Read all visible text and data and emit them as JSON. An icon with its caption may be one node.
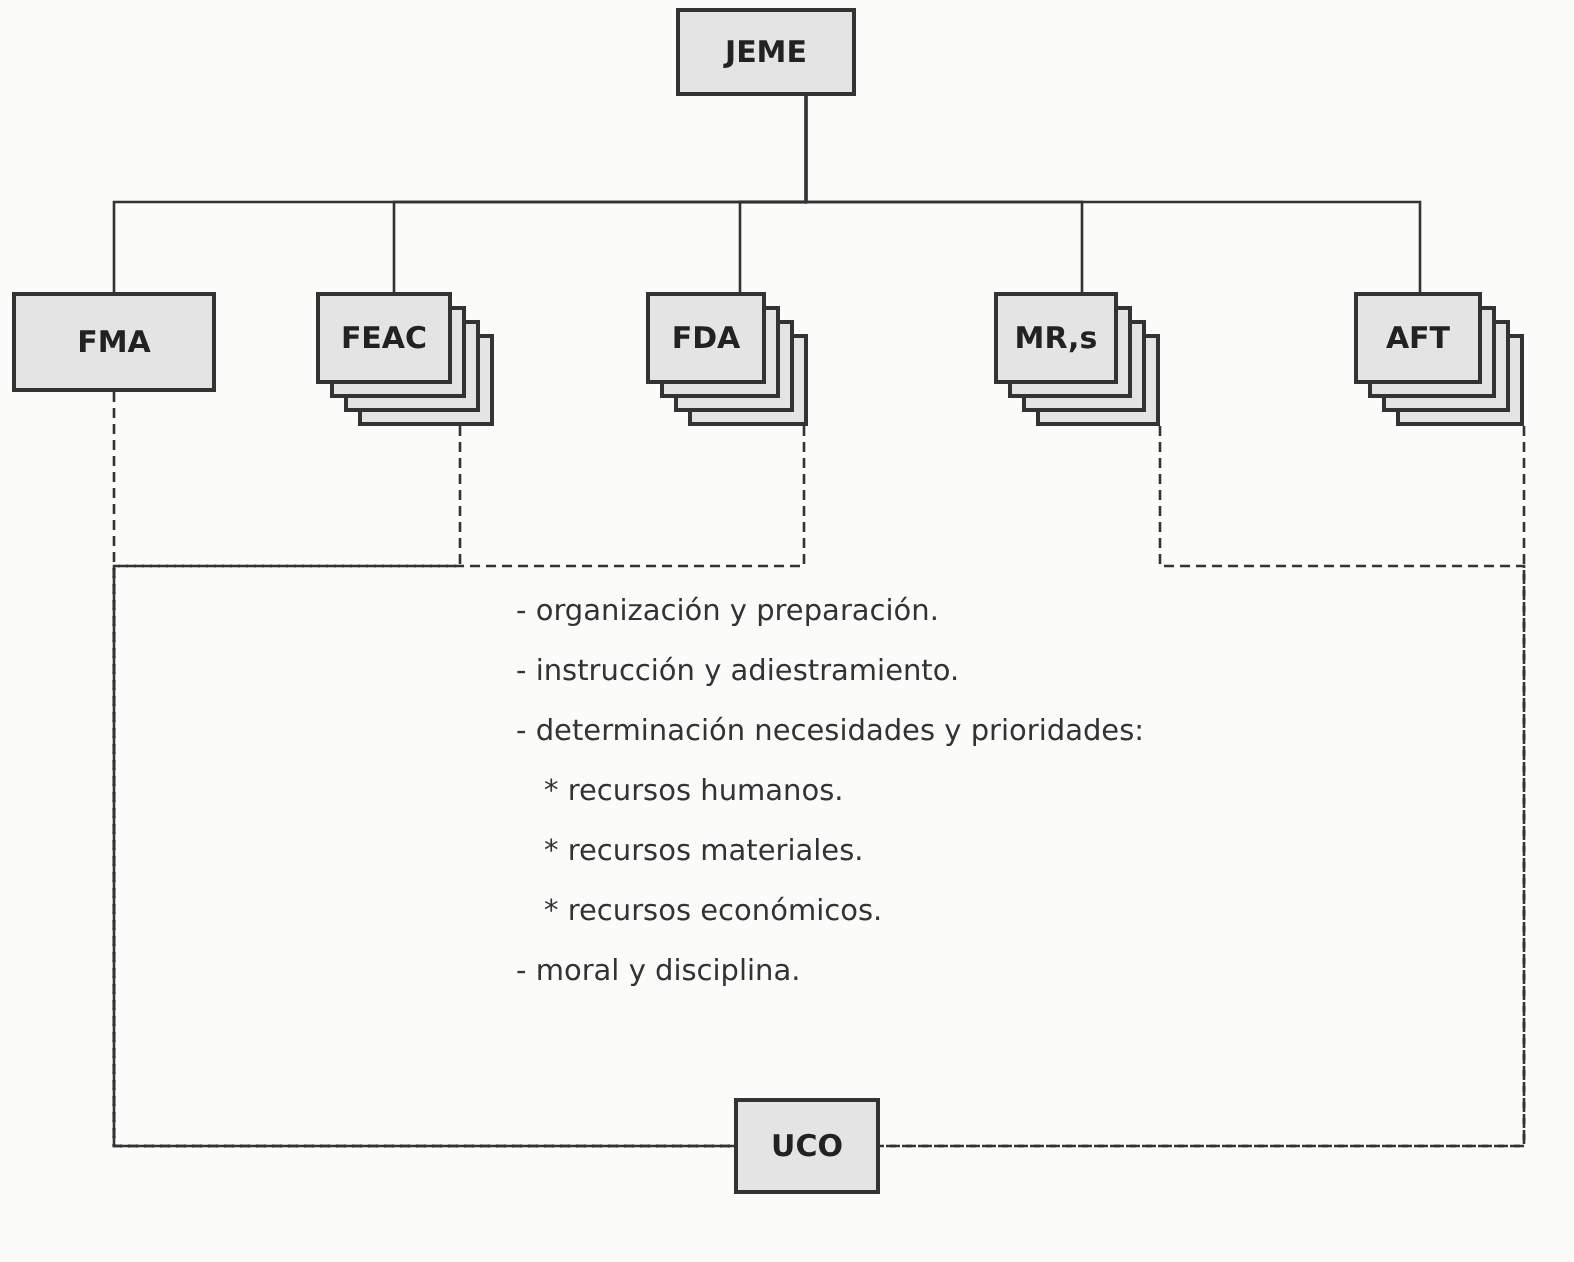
{
  "diagram": {
    "nodes": [
      {
        "text": [
          "JEME"
        ]
      },
      {
        "text": [
          "FMA"
        ]
      },
      {
        "text": [
          "FEAC"
        ]
      },
      {
        "text": [
          "FDA"
        ]
      },
      {
        "text": [
          "MR,s"
        ]
      },
      {
        "text": [
          "AFT"
        ]
      },
      {
        "text": [
          "UCO"
        ]
      }
    ],
    "edges": [
      {
        "from": 0,
        "to": 1,
        "arrow": "none"
      },
      {
        "from": 0,
        "to": 2,
        "arrow": "none"
      },
      {
        "from": 0,
        "to": 3,
        "arrow": "none"
      },
      {
        "from": 0,
        "to": 4,
        "arrow": "none"
      },
      {
        "from": 0,
        "to": 5,
        "arrow": "none"
      },
      {
        "from": 1,
        "to": 6,
        "arrow": "none",
        "style": "dashed"
      },
      {
        "from": 2,
        "to": 6,
        "arrow": "none",
        "style": "dashed"
      },
      {
        "from": 3,
        "to": 6,
        "arrow": "none",
        "style": "dashed"
      },
      {
        "from": 4,
        "to": 6,
        "arrow": "none",
        "style": "dashed"
      },
      {
        "from": 5,
        "to": 6,
        "arrow": "none",
        "style": "dashed"
      }
    ],
    "labels": [
      "- organización y preparación.",
      "- instrucción y adiestramiento.",
      "- determinación necesidades y prioridades:",
      "* recursos humanos.",
      "* recursos materiales.",
      "* recursos económicos.",
      "- moral y disciplina."
    ]
  }
}
